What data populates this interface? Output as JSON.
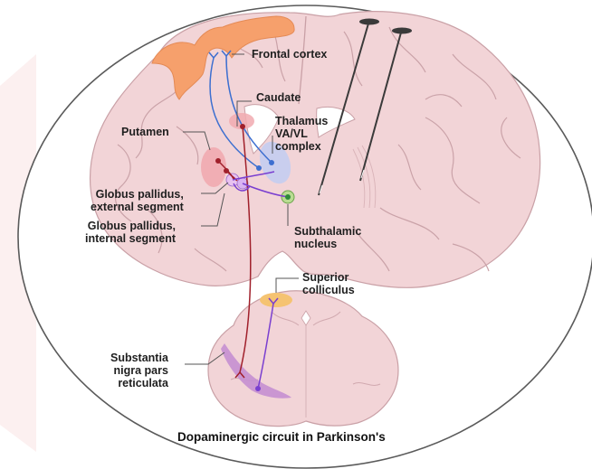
{
  "caption": "Dopaminergic circuit in Parkinson's",
  "labels": {
    "frontal_cortex": "Frontal cortex",
    "caudate": "Caudate",
    "thalamus_line1": "Thalamus",
    "thalamus_line2": "VA/VL",
    "thalamus_line3": "complex",
    "putamen": "Putamen",
    "gpe_line1": "Globus pallidus,",
    "gpe_line2": "external segment",
    "gpi_line1": "Globus pallidus,",
    "gpi_line2": "internal segment",
    "stn_line1": "Subthalamic",
    "stn_line2": "nucleus",
    "sc_line1": "Superior",
    "sc_line2": "colliculus",
    "snr_line1": "Substantia",
    "snr_line2": "nigra pars",
    "snr_line3": "reticulata"
  },
  "colors": {
    "tissue": "#f2d4d7",
    "tissue_line": "#c9a0a6",
    "cortex": "#f6a06c",
    "neuron_blue": "#3d6fd0",
    "neuron_red": "#a0202b",
    "neuron_purple": "#7a3fd0",
    "thalamus_fill": "#c6cdef",
    "putamen_fill": "#f1aab0",
    "stn_fill": "#b9dc92",
    "sc_fill": "#f5c372",
    "snr_fill": "#c58fd2",
    "electrode": "#3a3a3a"
  }
}
